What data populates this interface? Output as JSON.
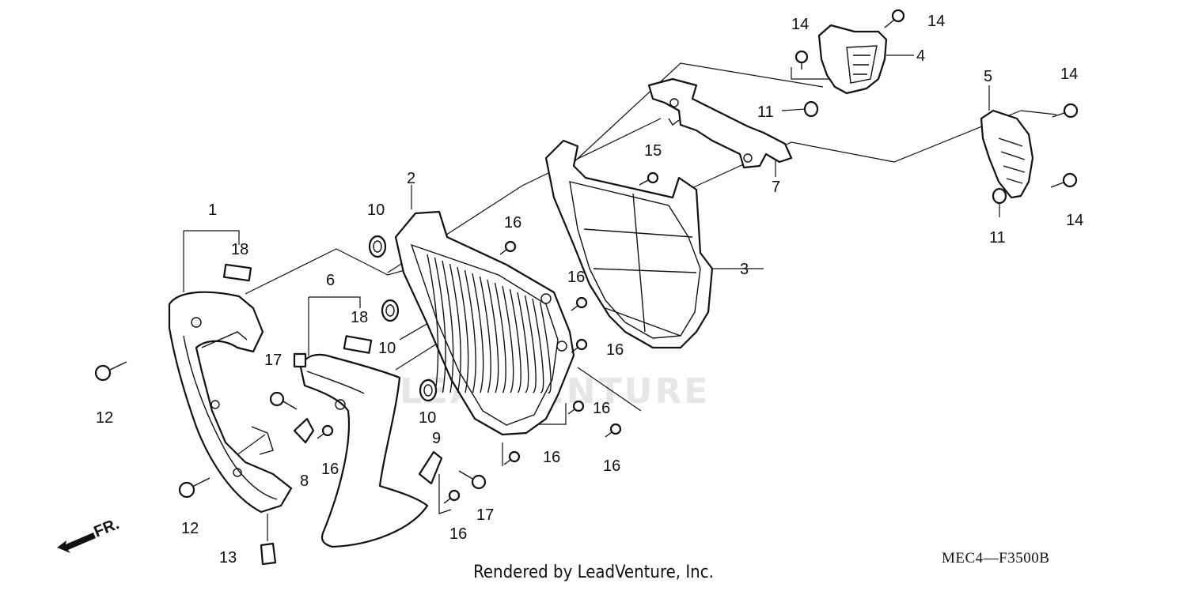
{
  "diagram": {
    "watermark": "LEADVENTURE",
    "direction_label": "FR.",
    "labels": {
      "p1": "1",
      "p2": "2",
      "p3": "3",
      "p4": "4",
      "p5": "5",
      "p6": "6",
      "p7": "7",
      "p8": "8",
      "p9": "9",
      "p10a": "10",
      "p10b": "10",
      "p10c": "10",
      "p11a": "11",
      "p11b": "11",
      "p12a": "12",
      "p12b": "12",
      "p13": "13",
      "p14a": "14",
      "p14b": "14",
      "p14c": "14",
      "p14d": "14",
      "p15": "15",
      "p16a": "16",
      "p16b": "16",
      "p16c": "16",
      "p16d": "16",
      "p16e": "16",
      "p16f": "16",
      "p16g": "16",
      "p16h": "16",
      "p17a": "17",
      "p17b": "17",
      "p18a": "18",
      "p18b": "18"
    }
  },
  "footer": {
    "rendered_by": "Rendered by LeadVenture, Inc.",
    "diagram_code": "MEC4—F3500B"
  }
}
